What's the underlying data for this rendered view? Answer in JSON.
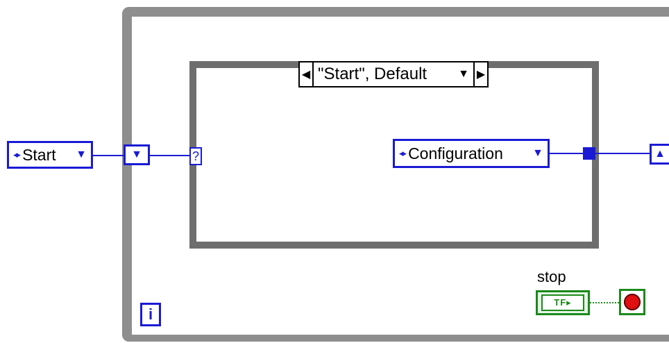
{
  "case_structure": {
    "selector_label": "\"Start\", Default",
    "prev_arrow": "◀",
    "next_arrow": "▶",
    "dropdown": "▼",
    "selector_terminal": "?"
  },
  "enum_start": {
    "label": "Start",
    "inc_dec": "◂▸",
    "dropdown": "▼"
  },
  "enum_configuration": {
    "label": "Configuration",
    "inc_dec": "◂▸",
    "dropdown": "▼"
  },
  "shift_register_left": {
    "arrow": "▼"
  },
  "shift_register_right": {
    "arrow": "▲"
  },
  "iteration_terminal": {
    "label": "i"
  },
  "stop": {
    "label": "stop",
    "control_text": "TF▸"
  },
  "colors": {
    "wire_enum": "#1a1ad6",
    "wire_boolean": "#1a8a1a",
    "loop_frame": "#8e8e8e",
    "stop_sign": "#e01010"
  }
}
